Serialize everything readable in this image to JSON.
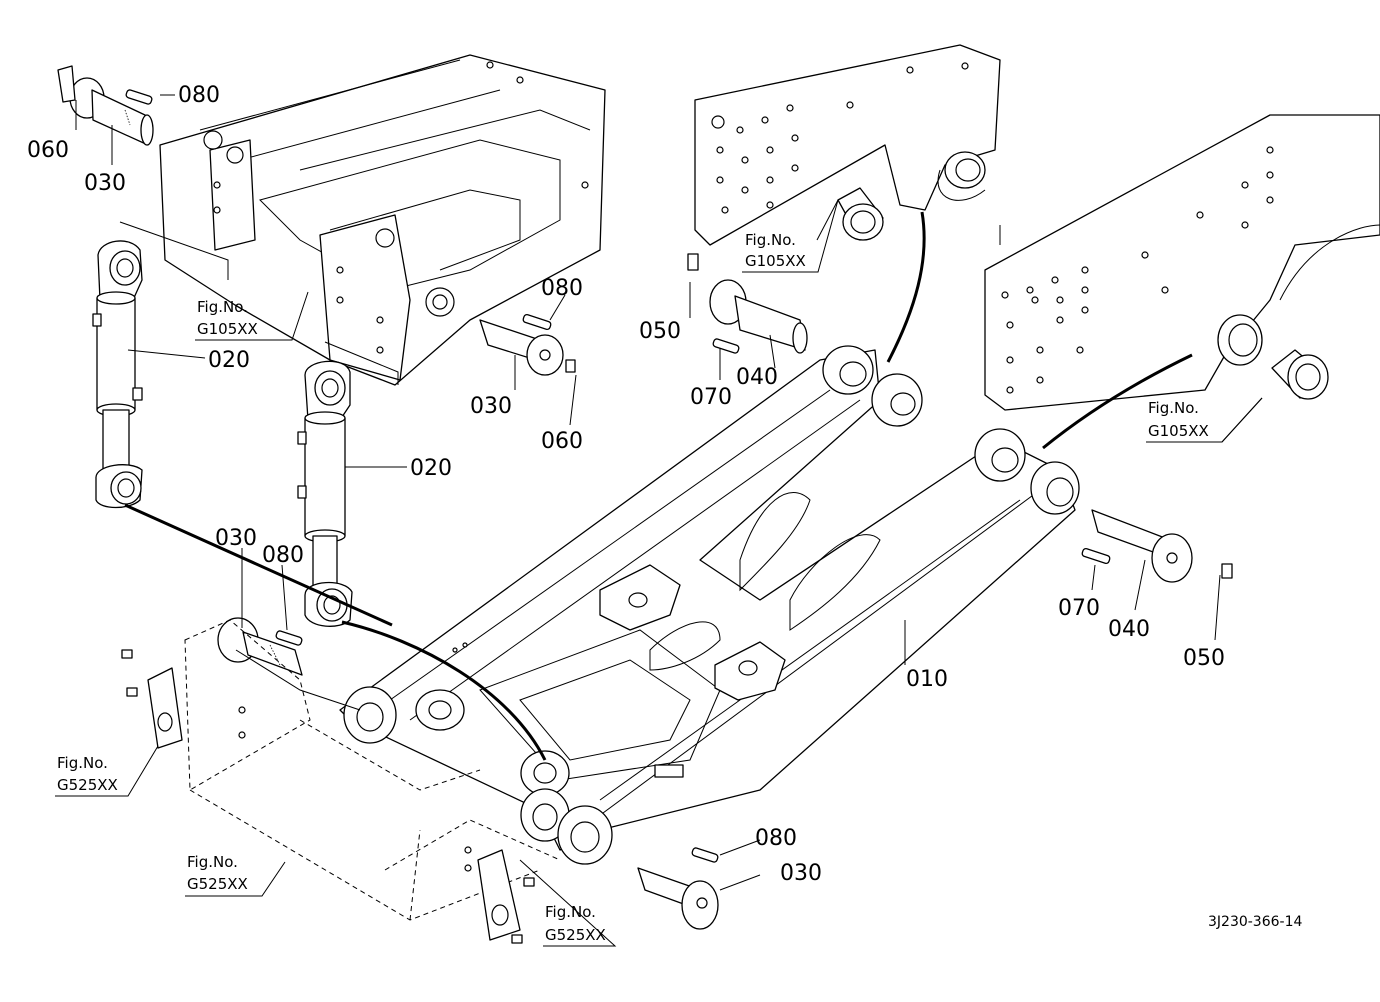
{
  "diagram": {
    "drawing_code": "3J230-366-14",
    "callouts": {
      "c010": "010",
      "c020_left": "020",
      "c020_mid": "020",
      "c030_top": "030",
      "c030_center": "030",
      "c030_lower_left": "030",
      "c030_bottom": "030",
      "c040_top": "040",
      "c040_right": "040",
      "c050_top": "050",
      "c050_right": "050",
      "c060_top": "060",
      "c060_center": "060",
      "c070_top": "070",
      "c070_right": "070",
      "c080_top": "080",
      "c080_center": "080",
      "c080_lower_left": "080",
      "c080_bottom": "080"
    },
    "fig_refs": {
      "frame_left": {
        "label": "Fig.No.",
        "code": "G105XX"
      },
      "frame_mid": {
        "label": "Fig.No.",
        "code": "G105XX"
      },
      "frame_right": {
        "label": "Fig.No.",
        "code": "G105XX"
      },
      "block_left": {
        "label": "Fig.No.",
        "code": "G525XX"
      },
      "block_center": {
        "label": "Fig.No.",
        "code": "G525XX"
      },
      "block_bottom": {
        "label": "Fig.No.",
        "code": "G525XX"
      }
    }
  }
}
